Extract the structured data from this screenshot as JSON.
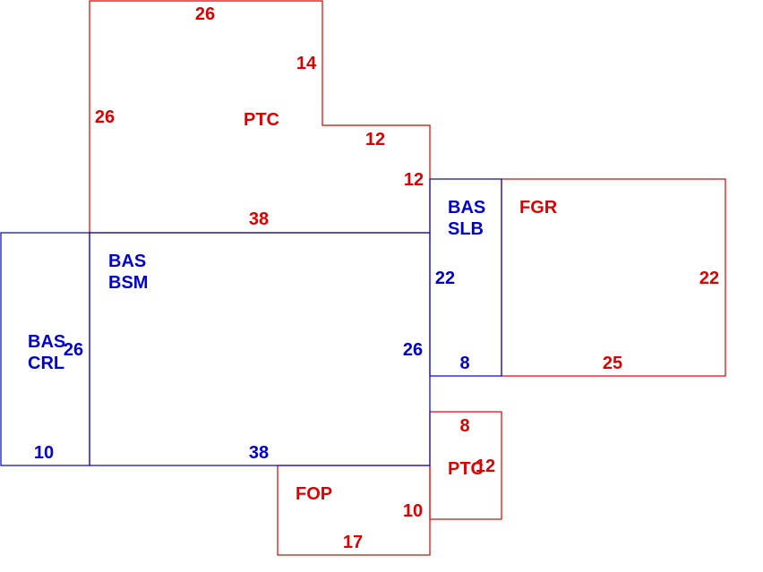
{
  "colors": {
    "basement": "#0000cc",
    "other": "#dd0000"
  },
  "sketch": {
    "areas": [
      {
        "id": "bsm",
        "code": "BAS",
        "sub": "BSM"
      },
      {
        "id": "crl",
        "code": "BAS",
        "sub": "CRL"
      },
      {
        "id": "slb",
        "code": "BAS",
        "sub": "SLB"
      },
      {
        "id": "ptc_top",
        "code": "PTC"
      },
      {
        "id": "fgr",
        "code": "FGR"
      },
      {
        "id": "fop",
        "code": "FOP"
      },
      {
        "id": "ptc_small",
        "code": "PTC"
      }
    ],
    "dims": {
      "ptc_top_w": "26",
      "ptc_top_step": "14",
      "ptc_top_left": "26",
      "ptc_top_step_w": "12",
      "ptc_top_right": "12",
      "ptc_top_bottom": "38",
      "slb_h": "22",
      "slb_w": "8",
      "fgr_h": "22",
      "fgr_w": "25",
      "crl_h": "26",
      "crl_w": "10",
      "bsm_h": "26",
      "bsm_w": "38",
      "ptc_small_w": "8",
      "ptc_small_h": "12",
      "fop_h": "10",
      "fop_w": "17"
    }
  }
}
